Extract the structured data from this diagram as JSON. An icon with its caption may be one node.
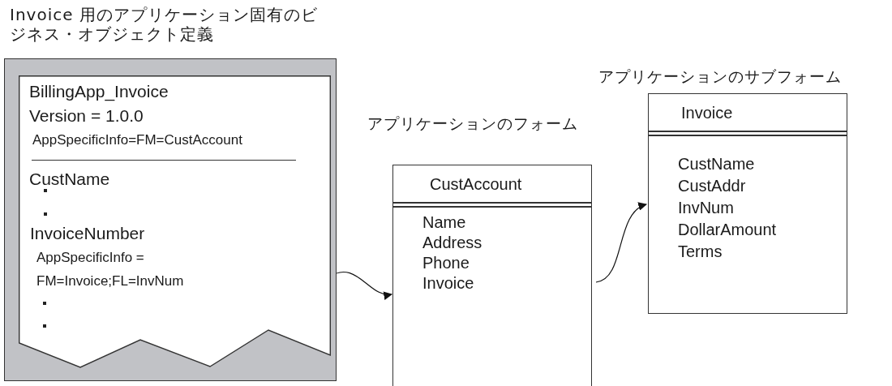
{
  "diagram": {
    "nodes": [
      {
        "text": [
          "Invoice 用のアプリケーション固有のビジネス・オブジェクト定義"
        ]
      },
      {
        "text": [
          "BillingApp_Invoice",
          "Version = 1.0.0",
          "AppSpecificInfo=FM=CustAccount",
          "CustName",
          "InvoiceNumber",
          "AppSpecificInfo = FM=Invoice;FL=InvNum"
        ],
        "in": 0
      },
      {
        "text": [
          "アプリケーションのフォーム",
          "CustAccount",
          "Name",
          "Address",
          "Phone",
          "Invoice"
        ]
      },
      {
        "text": [
          "アプリケーションのサブフォーム",
          "Invoice",
          "CustName",
          "CustAddr",
          "InvNum",
          "DollarAmount",
          "Terms"
        ]
      }
    ],
    "edges": [
      {
        "from": 1,
        "to": 2,
        "arrow": "to"
      },
      {
        "from": 2,
        "to": 3,
        "arrow": "to"
      }
    ]
  }
}
